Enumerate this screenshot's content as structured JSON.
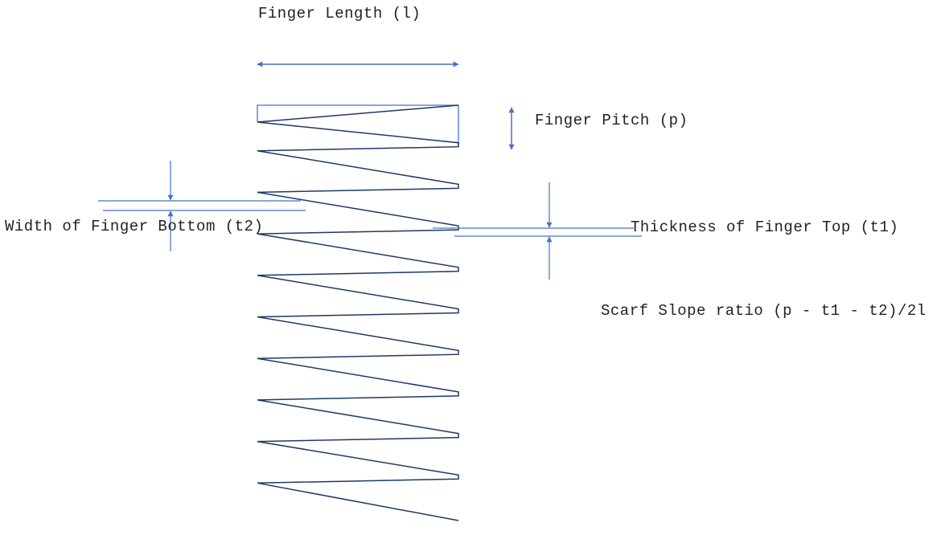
{
  "labels": {
    "finger_length": "Finger Length (l)",
    "finger_pitch": "Finger Pitch (p)",
    "finger_bottom_width": "Width of Finger Bottom (t2)",
    "finger_top_thickness": "Thickness of Finger Top (t1)",
    "scarf_slope_ratio": "Scarf Slope ratio (p - t1 - t2)/2l"
  },
  "colors": {
    "profile": "#1f3864",
    "dimension": "#4472c4",
    "text": "#222222"
  },
  "finger_count": 10
}
